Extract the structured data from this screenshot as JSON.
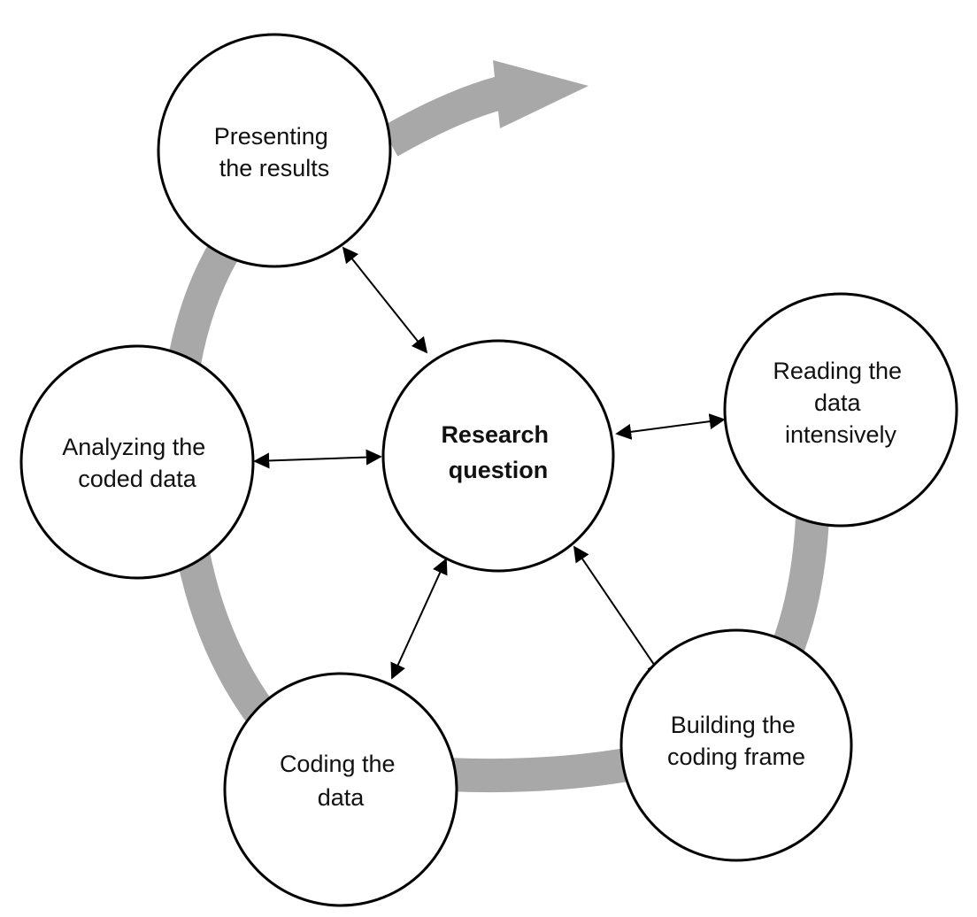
{
  "diagram": {
    "center": {
      "lines": [
        "Research",
        "question"
      ]
    },
    "nodes": [
      {
        "id": "presenting",
        "lines": [
          "Presenting",
          "the results"
        ]
      },
      {
        "id": "reading",
        "lines": [
          "Reading the",
          "data",
          "intensively"
        ]
      },
      {
        "id": "building",
        "lines": [
          "Building the",
          "coding frame"
        ]
      },
      {
        "id": "coding",
        "lines": [
          "Coding the",
          "data"
        ]
      },
      {
        "id": "analyzing",
        "lines": [
          "Analyzing the",
          "coded data"
        ]
      }
    ],
    "colors": {
      "cycle_arrow": "#a8a8a8",
      "circle_stroke": "#000000",
      "circle_fill": "#ffffff",
      "text": "#111111"
    }
  }
}
